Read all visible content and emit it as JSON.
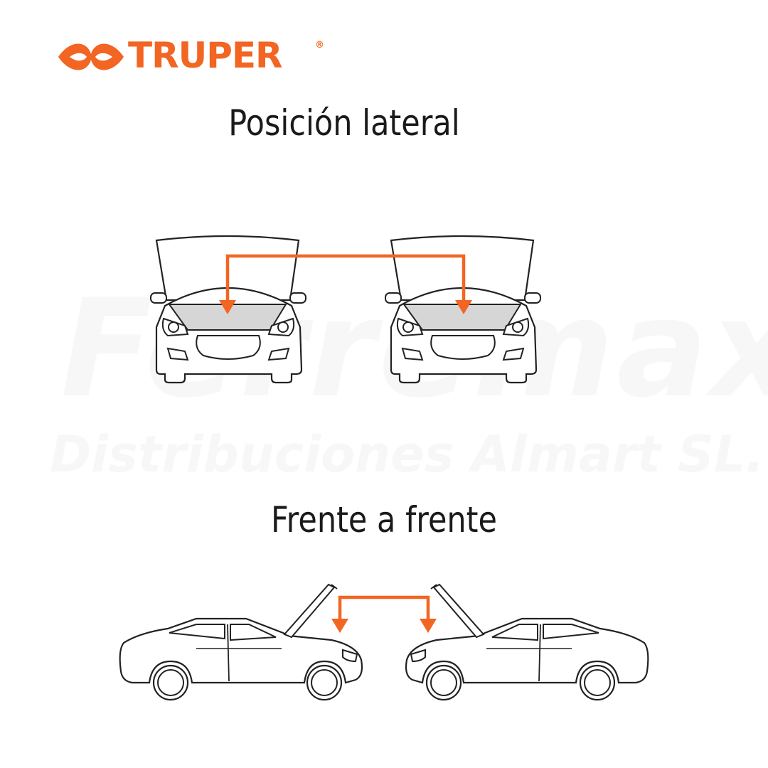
{
  "brand": {
    "name": "TRUPER",
    "registered_mark": "®",
    "color": "#f26522"
  },
  "watermark": {
    "line1": "Ferremax",
    "line2": "Distribuciones Almart SL."
  },
  "sections": [
    {
      "title": "Posición lateral"
    },
    {
      "title": "Frente a frente"
    }
  ],
  "colors": {
    "arrow": "#f26522",
    "outline": "#222222",
    "engine_area": "#d6d6d6",
    "heading": "#1a1a1a"
  },
  "icons": {
    "logo": "truper-logo-icon",
    "car_front": "car-front-open-hood-icon",
    "car_side": "car-side-open-hood-icon",
    "arrow": "connection-arrow-icon"
  }
}
